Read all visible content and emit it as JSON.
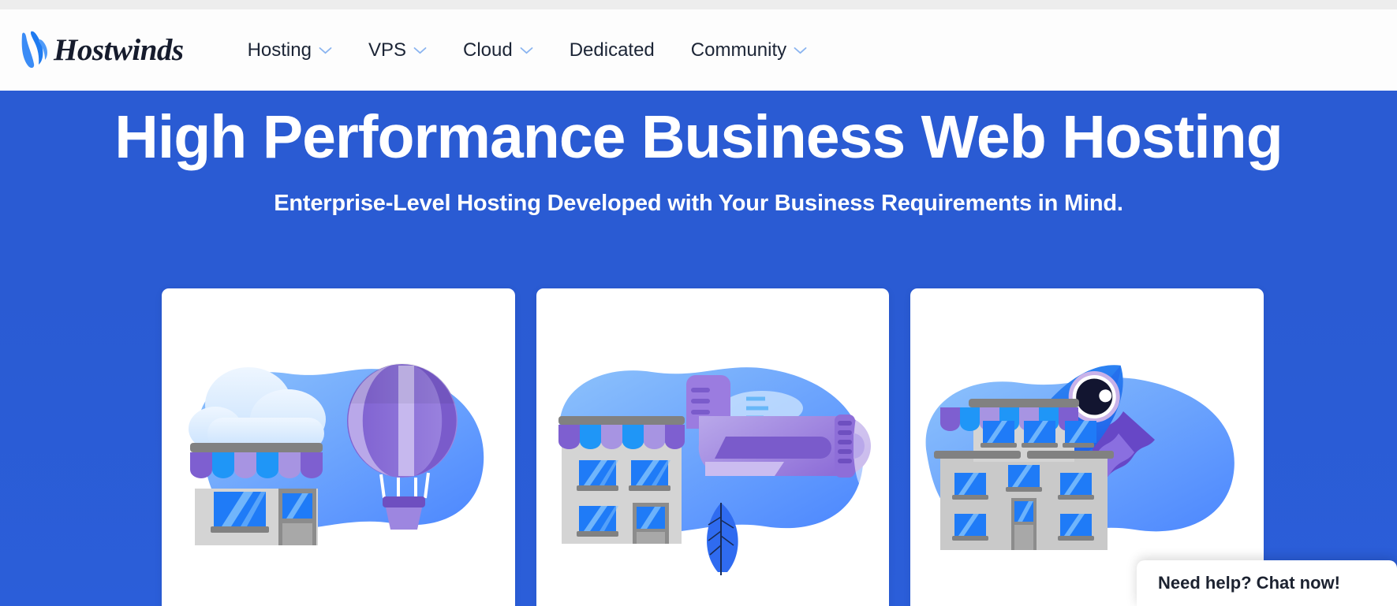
{
  "header": {
    "logo_text": "Hostwinds",
    "logo_icon": "hostwinds-wave-logo",
    "nav": [
      {
        "label": "Hosting",
        "has_dropdown": true,
        "icon": "chevron-down-icon"
      },
      {
        "label": "VPS",
        "has_dropdown": true,
        "icon": "chevron-down-icon"
      },
      {
        "label": "Cloud",
        "has_dropdown": true,
        "icon": "chevron-down-icon"
      },
      {
        "label": "Dedicated",
        "has_dropdown": false,
        "icon": ""
      },
      {
        "label": "Community",
        "has_dropdown": true,
        "icon": "chevron-down-icon"
      }
    ]
  },
  "hero": {
    "title": "High Performance Business Web Hosting",
    "subtitle": "Enterprise-Level Hosting Developed with Your Business Requirements in Mind.",
    "background_color": "#2a5bd3",
    "text_color": "#ffffff"
  },
  "cards": [
    {
      "art": "storefront-cloud-hot-air-balloon-illustration",
      "alt": "Small shop with cloud and hot air balloon"
    },
    {
      "art": "two-story-shop-airplane-illustration",
      "alt": "Two story building with airplane"
    },
    {
      "art": "three-story-building-rocket-illustration",
      "alt": "Large building with rocket"
    }
  ],
  "chat": {
    "label": "Need help? Chat now!",
    "icon": "chat-bubble-icon"
  },
  "colors": {
    "brand_blue": "#2a5bd3",
    "logo_blue": "#2f8cf5",
    "nav_text": "#1c2536",
    "chevron": "#8ab4f0",
    "card_bg": "#ffffff",
    "top_strip": "#ededed"
  }
}
